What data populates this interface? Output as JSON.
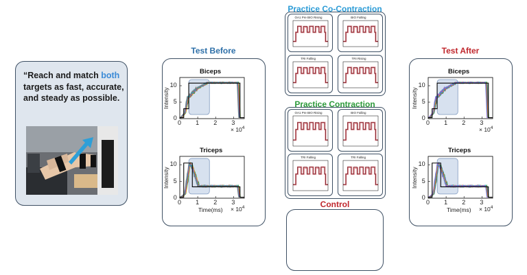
{
  "instruction": {
    "quote_open": "“",
    "part1": "Reach and match ",
    "highlight": "both",
    "part2": " targets as fast, accurate, and steady as possible."
  },
  "panels": {
    "test_before": {
      "title": "Test Before",
      "plot1_title": "Biceps",
      "plot2_title": "Triceps",
      "ylabel": "Intensity",
      "xlabel": "Time(ms)",
      "x_ticks": [
        "0",
        "1",
        "2",
        "3"
      ],
      "y_ticks": [
        "0",
        "5",
        "10"
      ],
      "x_exponent_base": "× 10",
      "x_exponent": "4"
    },
    "test_after": {
      "title": "Test After",
      "plot1_title": "Biceps",
      "plot2_title": "Triceps",
      "ylabel": "Intensity",
      "xlabel": "Time(ms)",
      "x_ticks": [
        "0",
        "1",
        "2",
        "3"
      ],
      "y_ticks": [
        "0",
        "5",
        "10"
      ],
      "x_exponent_base": "× 10",
      "x_exponent": "4"
    },
    "practice_cocontraction": {
      "title": "Practice Co-Contraction",
      "mini_titles": [
        "OA1 Pre BIO Rising",
        "BIO Falling",
        "TRI Falling",
        "TRI Rising"
      ]
    },
    "practice_contraction": {
      "title": "Practice Contraction",
      "mini_titles": [
        "OA1 Pre BIO Rising",
        "BIO Falling",
        "TRI Falling",
        "TRI Falling"
      ]
    },
    "control": {
      "title": "Control"
    }
  },
  "colors": {
    "before_title": "#2d6fa8",
    "after_title": "#c0272d",
    "cocontraction_title": "#2b9bd6",
    "contraction_title": "#2c9a3a",
    "control_title": "#c0272d",
    "highlight_text": "#3a8ad6",
    "panel_border": "#3d4f63",
    "instruction_bg": "#dfe6ee",
    "target_box_fill": "#b7c9e2"
  }
}
